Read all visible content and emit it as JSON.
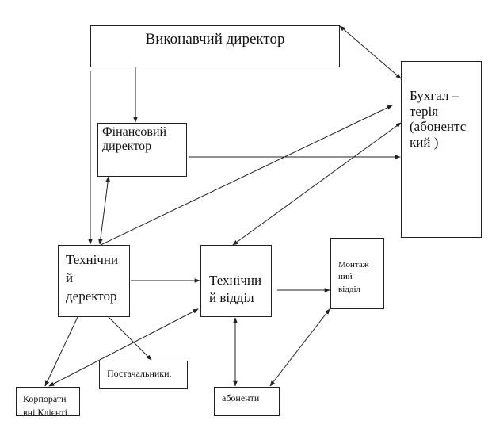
{
  "diagram": {
    "type": "organizational-structure",
    "nodes": {
      "executive_director": {
        "label": "Виконавчий директор"
      },
      "accounting": {
        "label": "Бухгал –\nтерія\n(абонентс\nкий )"
      },
      "financial_director": {
        "label": "Фінансовий\nдиректор"
      },
      "technical_director": {
        "label": "Технічни\nй\nдеректор"
      },
      "technical_department": {
        "label": "Технічни\nй відділ"
      },
      "installation_department": {
        "label": "Монтаж\nний\nвідділ"
      },
      "suppliers": {
        "label": "Постачальники."
      },
      "corporate_clients": {
        "label": "Корпорати\nвні Клієнті"
      },
      "subscribers": {
        "label": "абоненти"
      }
    },
    "edges": [
      {
        "from": "executive_director",
        "to": "accounting",
        "direction": "both"
      },
      {
        "from": "executive_director",
        "to": "financial_director",
        "direction": "forward"
      },
      {
        "from": "executive_director",
        "to": "technical_director",
        "direction": "forward"
      },
      {
        "from": "financial_director",
        "to": "accounting",
        "direction": "forward"
      },
      {
        "from": "financial_director",
        "to": "technical_director",
        "direction": "both"
      },
      {
        "from": "technical_director",
        "to": "accounting",
        "direction": "forward"
      },
      {
        "from": "technical_department",
        "to": "accounting",
        "direction": "both"
      },
      {
        "from": "technical_director",
        "to": "technical_department",
        "direction": "forward"
      },
      {
        "from": "technical_department",
        "to": "installation_department",
        "direction": "forward"
      },
      {
        "from": "technical_director",
        "to": "suppliers",
        "direction": "forward"
      },
      {
        "from": "technical_director",
        "to": "corporate_clients",
        "direction": "forward"
      },
      {
        "from": "technical_department",
        "to": "corporate_clients",
        "direction": "both"
      },
      {
        "from": "technical_department",
        "to": "subscribers",
        "direction": "both"
      },
      {
        "from": "installation_department",
        "to": "subscribers",
        "direction": "both"
      }
    ]
  },
  "colors": {
    "line": "#222222",
    "background": "#ffffff"
  }
}
